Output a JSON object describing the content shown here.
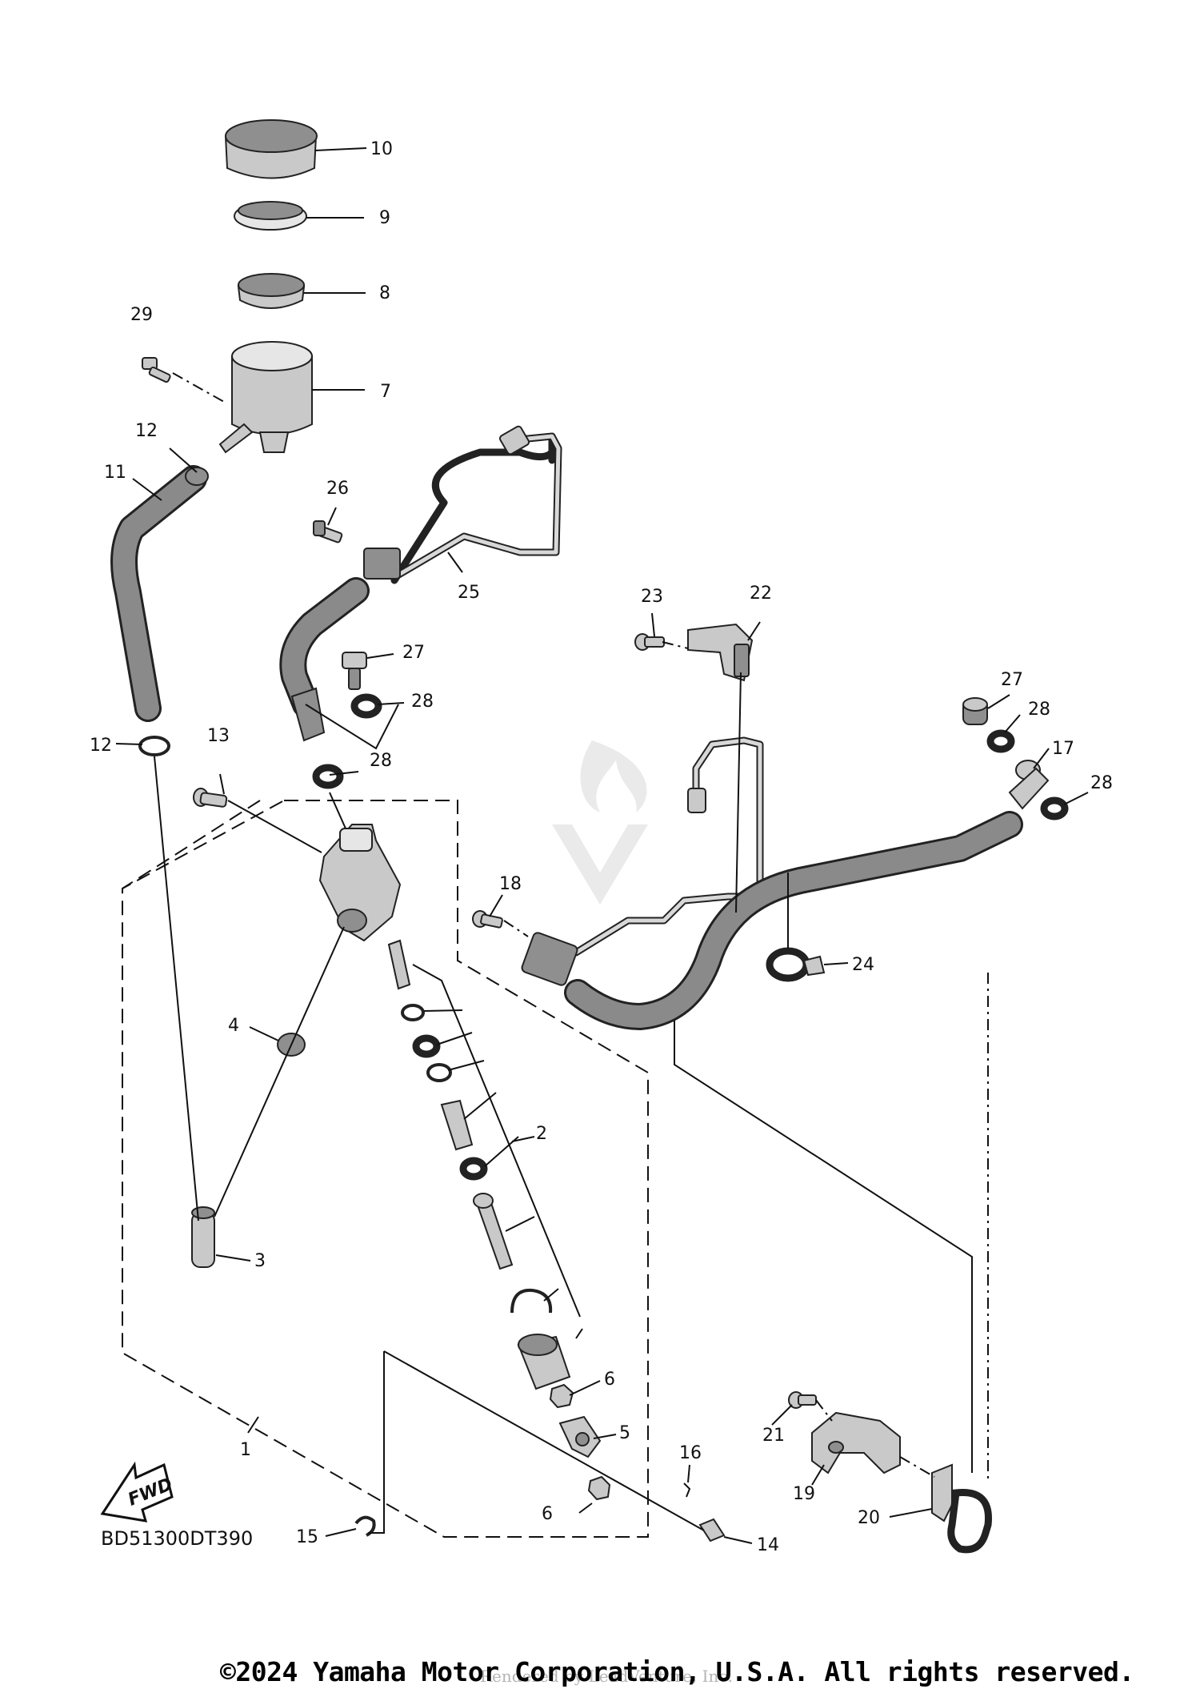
{
  "diagram_code": "BD51300DT390",
  "fwd_label": "FWD",
  "copyright": "©2024 Yamaha Motor Corporation, U.S.A. All rights reserved.",
  "watermark_text": "Rendered by LeadVenture, Inc.",
  "callouts": {
    "c1": "1",
    "c2": "2",
    "c3": "3",
    "c4": "4",
    "c5": "5",
    "c6a": "6",
    "c6b": "6",
    "c7": "7",
    "c8": "8",
    "c9": "9",
    "c10": "10",
    "c11": "11",
    "c12a": "12",
    "c12b": "12",
    "c13": "13",
    "c14": "14",
    "c15": "15",
    "c16": "16",
    "c17": "17",
    "c18": "18",
    "c19": "19",
    "c20": "20",
    "c21": "21",
    "c22": "22",
    "c23": "23",
    "c24": "24",
    "c25": "25",
    "c26": "26",
    "c27a": "27",
    "c27b": "27",
    "c28a": "28",
    "c28b": "28",
    "c28c": "28",
    "c28d": "28",
    "c29": "29"
  }
}
